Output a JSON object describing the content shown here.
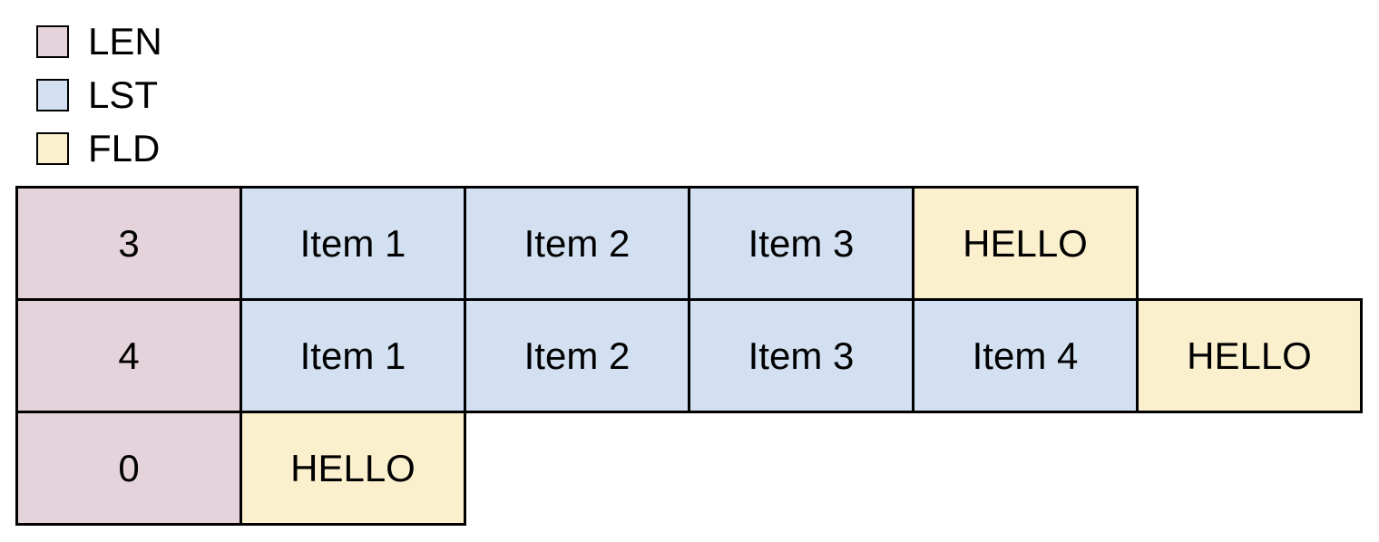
{
  "legend": {
    "items": [
      {
        "id": "len",
        "label": "LEN",
        "swatch_icon": "len-color-swatch",
        "color": "#E5D3DC"
      },
      {
        "id": "lst",
        "label": "LST",
        "swatch_icon": "lst-color-swatch",
        "color": "#D2E0F2"
      },
      {
        "id": "fld",
        "label": "FLD",
        "swatch_icon": "fld-color-swatch",
        "color": "#FAF0CE"
      }
    ]
  },
  "diagram": {
    "rows": [
      {
        "cells": [
          {
            "type": "len",
            "text": "3"
          },
          {
            "type": "lst",
            "text": "Item 1"
          },
          {
            "type": "lst",
            "text": "Item 2"
          },
          {
            "type": "lst",
            "text": "Item 3"
          },
          {
            "type": "fld",
            "text": "HELLO"
          }
        ]
      },
      {
        "cells": [
          {
            "type": "len",
            "text": "4"
          },
          {
            "type": "lst",
            "text": "Item 1"
          },
          {
            "type": "lst",
            "text": "Item 2"
          },
          {
            "type": "lst",
            "text": "Item 3"
          },
          {
            "type": "lst",
            "text": "Item 4"
          },
          {
            "type": "fld",
            "text": "HELLO"
          }
        ]
      },
      {
        "cells": [
          {
            "type": "len",
            "text": "0"
          },
          {
            "type": "fld",
            "text": "HELLO"
          }
        ]
      }
    ]
  },
  "colors": {
    "len": "#E5D3DC",
    "lst": "#D2E0F2",
    "fld": "#FAF0CE",
    "border": "#000000",
    "background": "#FFFFFF",
    "text": "#000000"
  }
}
